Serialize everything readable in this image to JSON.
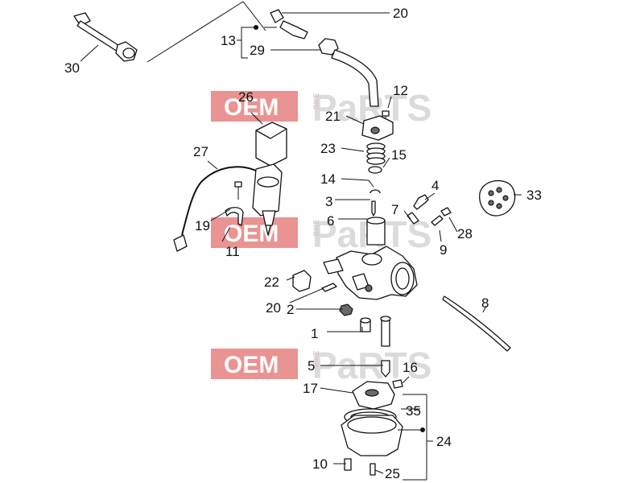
{
  "watermark": {
    "oem": "OEM",
    "bike": "BIKE",
    "parts": "PaRTS"
  },
  "labels": {
    "l1": "1",
    "l2": "2",
    "l3": "3",
    "l4": "4",
    "l5": "5",
    "l6": "6",
    "l7": "7",
    "l8": "8",
    "l9": "9",
    "l10": "10",
    "l11": "11",
    "l12": "12",
    "l13": "13",
    "l14": "14",
    "l15": "15",
    "l16": "16",
    "l17": "17",
    "l19": "19",
    "l20a": "20",
    "l20b": "20",
    "l21": "21",
    "l22": "22",
    "l23": "23",
    "l24": "24",
    "l25": "25",
    "l26": "26",
    "l27": "27",
    "l28": "28",
    "l29": "29",
    "l30": "30",
    "l33": "33",
    "l35": "35"
  },
  "colors": {
    "watermark_red": "#e06a6a",
    "watermark_grey": "#d0d0d0",
    "line": "#111111"
  }
}
